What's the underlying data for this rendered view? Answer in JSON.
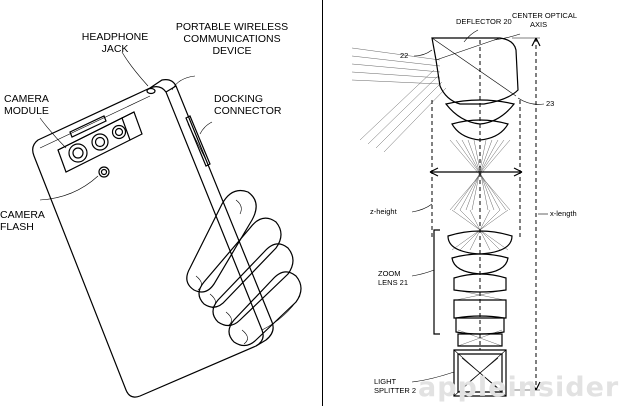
{
  "left_figure": {
    "labels": {
      "headphone_jack": [
        "HEADPHONE",
        "JACK"
      ],
      "device": [
        "PORTABLE WIRELESS",
        "COMMUNICATIONS",
        "DEVICE"
      ],
      "camera_module": [
        "CAMERA",
        "MODULE"
      ],
      "docking_connector": [
        "DOCKING",
        "CONNECTOR"
      ],
      "camera_flash": [
        "CAMERA",
        "FLASH"
      ]
    }
  },
  "right_figure": {
    "labels": {
      "deflector": "DEFLECTOR 20",
      "center_axis": [
        "CENTER OPTICAL",
        "AXIS"
      ],
      "ref_22": "22",
      "ref_23": "23",
      "z_height": "z-height",
      "x_length": "x-length",
      "zoom_lens": [
        "ZOOM",
        "LENS 21"
      ],
      "light_splitter": [
        "LIGHT",
        "SPLITTER 2"
      ]
    }
  },
  "watermark": "appleinsider"
}
